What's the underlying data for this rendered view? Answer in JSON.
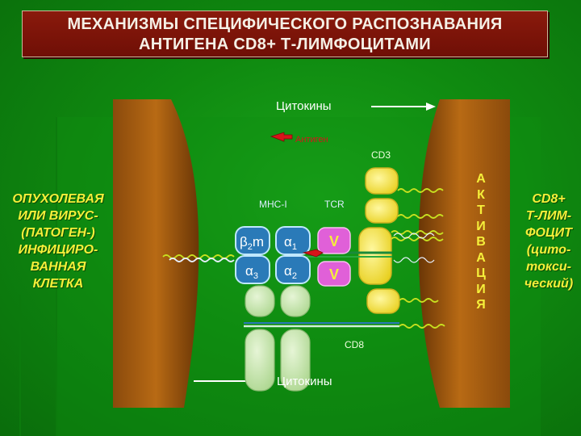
{
  "title": {
    "line1": "МЕХАНИЗМЫ СПЕЦИФИЧЕСКОГО РАСПОЗНАВАНИЯ",
    "line2": "АНТИГЕНА CD8+ Т-ЛИМФОЦИТАМИ"
  },
  "labels": {
    "cytokines_top": "Цитокины",
    "cytokines_bottom": "Цитокины",
    "antigen": "Антиген",
    "cd3": "CD3",
    "mhc": "MHC-I",
    "tcr": "TCR",
    "cd8": "CD8",
    "v1": "V",
    "v2": "V"
  },
  "domains": {
    "b2m_base": "β",
    "b2m_sub": "2",
    "b2m_suffix": "m",
    "a1_base": "α",
    "a1_sub": "1",
    "a2_base": "α",
    "a2_sub": "2",
    "a3_base": "α",
    "a3_sub": "3"
  },
  "left_cell": [
    "ОПУХОЛЕВАЯ",
    "ИЛИ ВИРУС-",
    "(ПАТОГЕН-)",
    "ИНФИЦИРО-",
    "ВАННАЯ",
    "КЛЕТКА"
  ],
  "right_cell": [
    "CD8+",
    "Т-ЛИМ-",
    "ФОЦИТ",
    "(цито-",
    "токси-",
    "ческий)"
  ],
  "activation": [
    "А",
    "К",
    "Т",
    "И",
    "В",
    "А",
    "Ц",
    "И",
    "Я"
  ],
  "colors": {
    "background": "#129a14",
    "title_bg": "#7a140a",
    "cell_brown": "#a85a10",
    "yellow_text": "#f5ef3a",
    "domain_blue": "#2a7ab8",
    "tcr_pink": "#e060d8",
    "cd3_yellow": "#f2e030",
    "cd8_green": "#bfe0a0",
    "antigen_red": "#d8141a"
  }
}
